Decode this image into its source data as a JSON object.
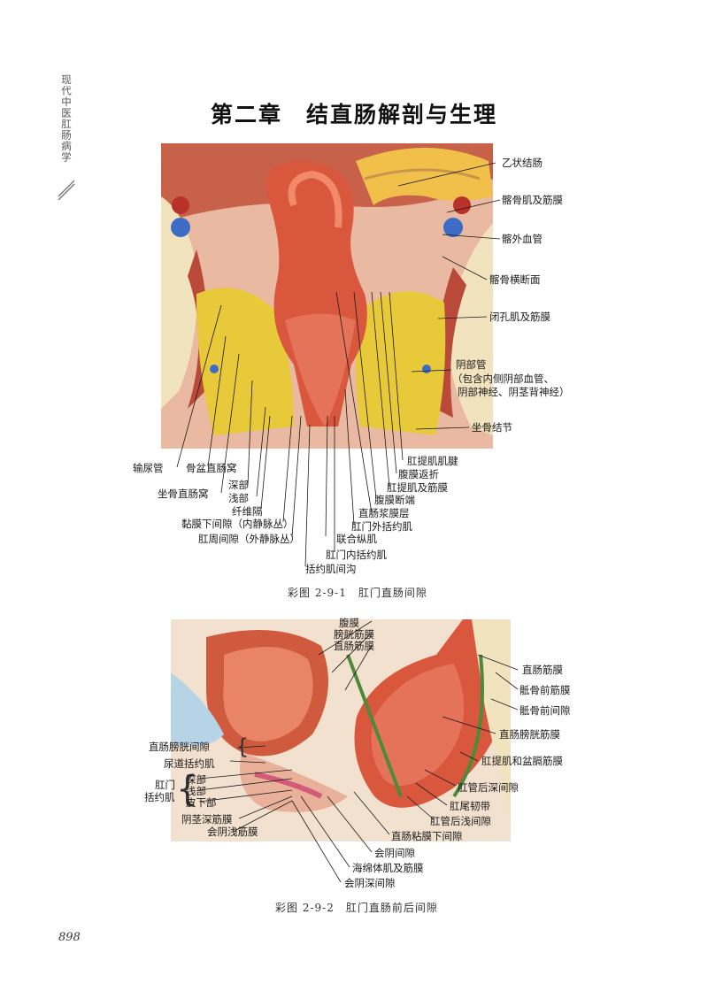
{
  "running_header": "现代中医肛肠病学",
  "chapter_title": "第二章　结直肠解剖与生理",
  "figure1": {
    "caption": "彩图 2-9-1　肛门直肠间隙",
    "labels": {
      "sigmoid_colon": "乙状结肠",
      "iliacus": "髂骨肌及筋膜",
      "ext_iliac_vessels": "髂外血管",
      "ilium_section": "髂骨横断面",
      "obturator": "闭孔肌及筋膜",
      "pudendal_canal": "阴部管",
      "pudendal_note_1": "（包含内侧阴部血管、",
      "pudendal_note_2": "阴部神经、阴茎背神经）",
      "ischial_tuberosity": "坐骨结节",
      "ureter": "输尿管",
      "pelvirectal_fossa": "骨盆直肠窝",
      "ischiorectal_fossa": "坐骨直肠窝",
      "deep": "深部",
      "superficial": "浅部",
      "fibrous_septum": "纤维隔",
      "submucous_space": "黏膜下间隙（内静脉丛）",
      "perianal_space": "肛周间隙（外静脉丛）",
      "intersphincteric_groove": "括约肌间沟",
      "levator_tendon": "肛提肌肌腱",
      "peritoneal_reflection": "腹膜返折",
      "levator_fascia": "肛提肌及筋膜",
      "peritoneum_end": "腹膜断端",
      "rectal_serosa": "直肠浆膜层",
      "ext_sphincter": "肛门外括约肌",
      "conjoined_longitudinal": "联合纵肌",
      "int_sphincter": "肛门内括约肌"
    }
  },
  "figure2": {
    "caption": "彩图 2-9-2　肛门直肠前后间隙",
    "labels": {
      "peritoneum": "腹膜",
      "vesical_fascia": "膀胱筋膜",
      "rectal_fascia_top": "直肠筋膜",
      "rectal_fascia": "直肠筋膜",
      "presacral_fascia": "骶骨前筋膜",
      "presacral_space": "骶骨前间隙",
      "rectovesical_fascia": "直肠膀胱筋膜",
      "levator_pelvic_fascia": "肛提肌和盆膈筋膜",
      "deep_postanal": "肛管后深间隙",
      "anococcygeal": "肛尾韧带",
      "superficial_postanal": "肛管后浅间隙",
      "submucosal": "直肠粘膜下间隙",
      "perineal_space": "会阴间隙",
      "bulbospongiosus": "海绵体肌及筋膜",
      "deep_perineal_space": "会阴深间隙",
      "rectovesical_space": "直肠膀胱间隙",
      "urethral_sphincter": "尿道括约肌",
      "anal": "肛门",
      "sphincter": "括约肌",
      "deep": "深部",
      "superficial": "浅部",
      "subcutaneous": "皮下部",
      "penile_deep_fascia": "阴茎深筋膜",
      "perineal_superficial_fascia": "会阴浅筋膜"
    }
  },
  "page_number": "898",
  "colors": {
    "tissue_red": "#d9573d",
    "fat_yellow": "#e8c93a",
    "bone_cream": "#f2e3bf",
    "vessel_blue": "#3d6cc4"
  }
}
